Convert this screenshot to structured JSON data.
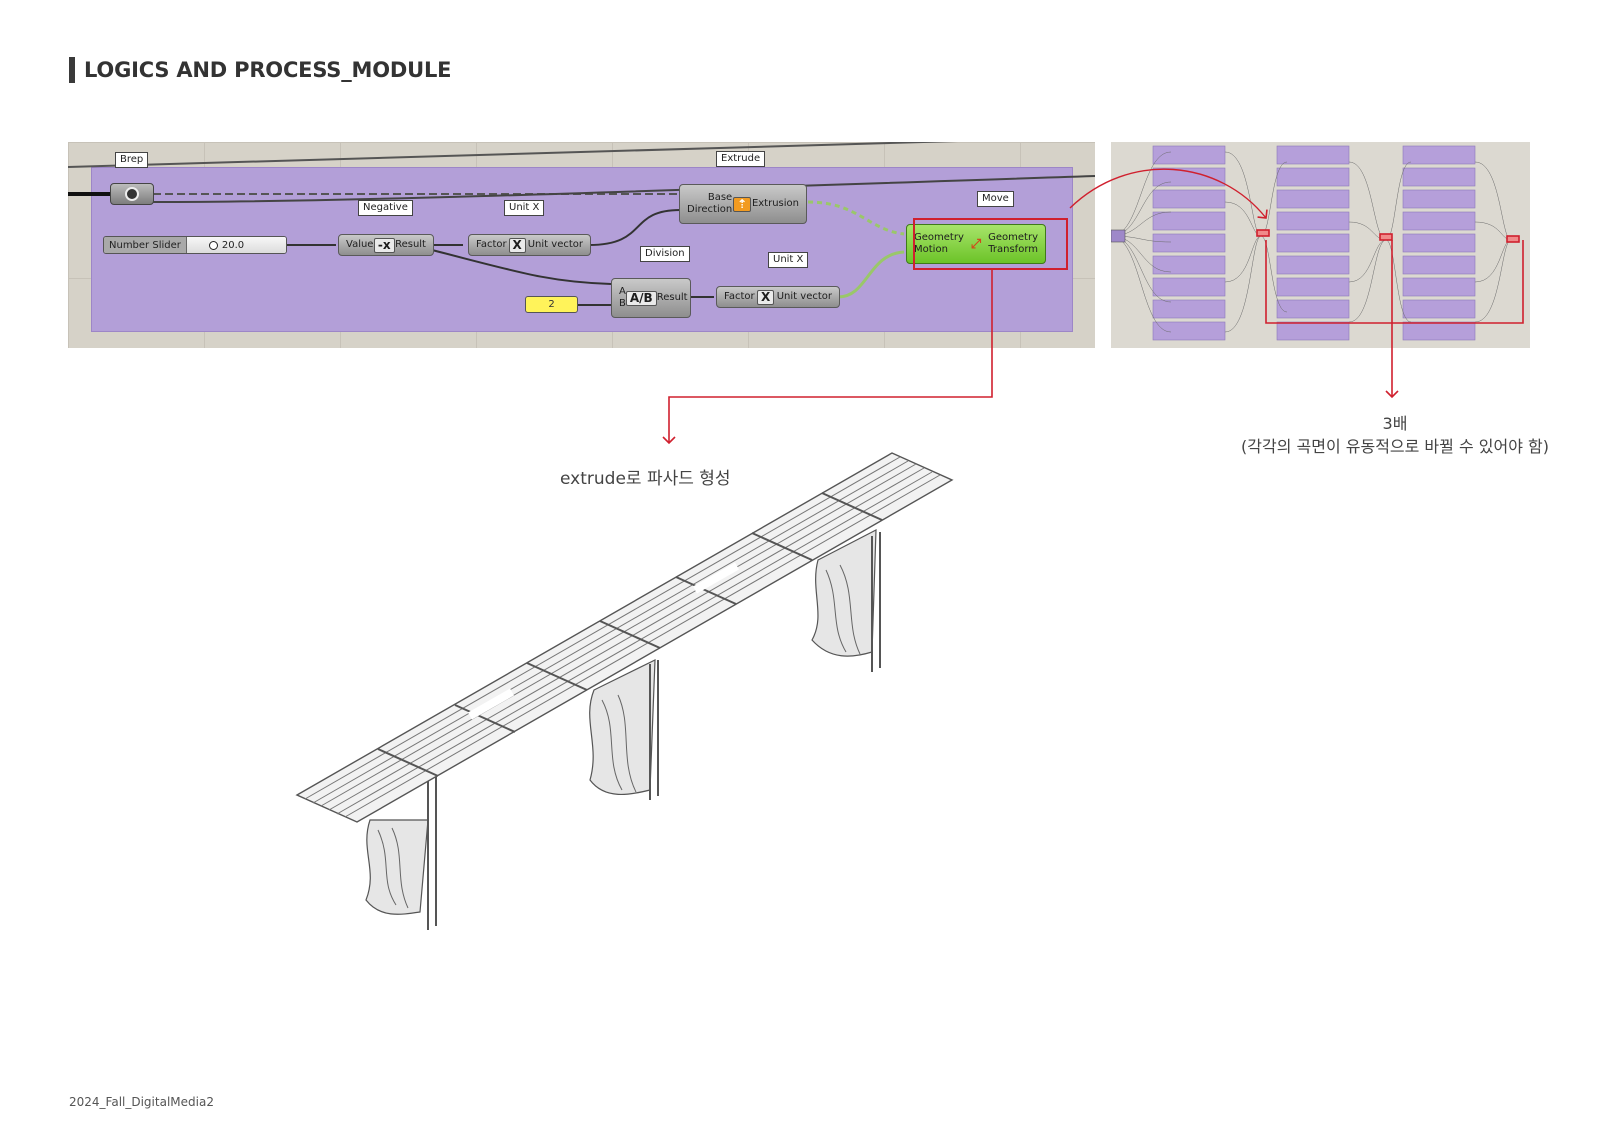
{
  "page": {
    "title": "LOGICS AND PROCESS_MODULE",
    "footer": "2024_Fall_DigitalMedia2"
  },
  "captions": {
    "extrude_note": "extrude로 파사드 형성",
    "triple_line1": "3배",
    "triple_line2": "(각각의 곡면이 유동적으로 바뀔 수 있어야 함)"
  },
  "grasshopper": {
    "brep": {
      "tag": "Brep"
    },
    "slider": {
      "label": "Number Slider",
      "value": "20.0"
    },
    "negative": {
      "tag": "Negative",
      "input": "Value",
      "symbol": "-x",
      "output": "Result"
    },
    "unit_x_1": {
      "tag": "Unit X",
      "input": "Factor",
      "symbol": "X",
      "output": "Unit vector"
    },
    "extrude": {
      "tag": "Extrude",
      "input_1": "Base",
      "input_2": "Direction",
      "output": "Extrusion"
    },
    "division": {
      "tag": "Division",
      "input_1": "A",
      "input_2": "B",
      "symbol": "A/B",
      "output": "Result"
    },
    "panel": {
      "value": "2"
    },
    "unit_x_2": {
      "tag": "Unit X",
      "input": "Factor",
      "symbol": "X",
      "output": "Unit vector"
    },
    "move": {
      "tag": "Move",
      "input_1": "Geometry",
      "input_2": "Motion",
      "output_1": "Geometry",
      "output_2": "Transform"
    }
  },
  "colors": {
    "annotation_red": "#d0202e",
    "group_purple": "#b39fd8",
    "move_green": "#7ed23c",
    "panel_yellow": "#fff35a"
  }
}
